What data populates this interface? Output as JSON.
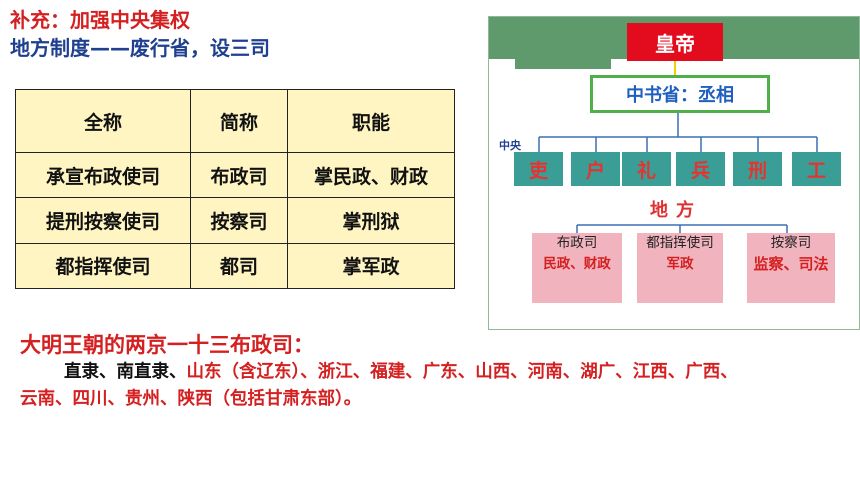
{
  "heading": {
    "title": "补充：加强中央集权",
    "subtitle": "地方制度——废行省，设三司"
  },
  "table": {
    "headers": [
      "全称",
      "简称",
      "职能"
    ],
    "rows": [
      [
        "承宣布政使司",
        "布政司",
        "掌民政、财政"
      ],
      [
        "提刑按察使司",
        "按察司",
        "掌刑狱"
      ],
      [
        "都指挥使司",
        "都司",
        "掌军政"
      ]
    ]
  },
  "bottom": {
    "title": "大明王朝的两京一十三布政司：",
    "black_part": "直隶、南直隶、",
    "red_part": "山东（含辽东）、浙江、福建、广东、山西、河南、湖广、江西、广西、云南、四川、贵州、陕西（包括甘肃东部）。"
  },
  "diagram": {
    "emperor": "皇帝",
    "chancellery": "中书省：丞相",
    "central_label": "中央",
    "ministries": [
      "吏",
      "户",
      "礼",
      "兵",
      "刑",
      "工"
    ],
    "local_label": "地方",
    "offices": [
      {
        "name": "布政司",
        "function": "民政、财政"
      },
      {
        "name": "都指挥使司",
        "function": "军政"
      },
      {
        "name": "按察司",
        "function": "监察、司法"
      }
    ],
    "colors": {
      "header_green": "#5f9a6c",
      "emperor_red": "#e30c1e",
      "chancellery_border": "#4fb04a",
      "ministry_teal": "#3a9d96",
      "office_pink": "#f1b3be"
    }
  }
}
